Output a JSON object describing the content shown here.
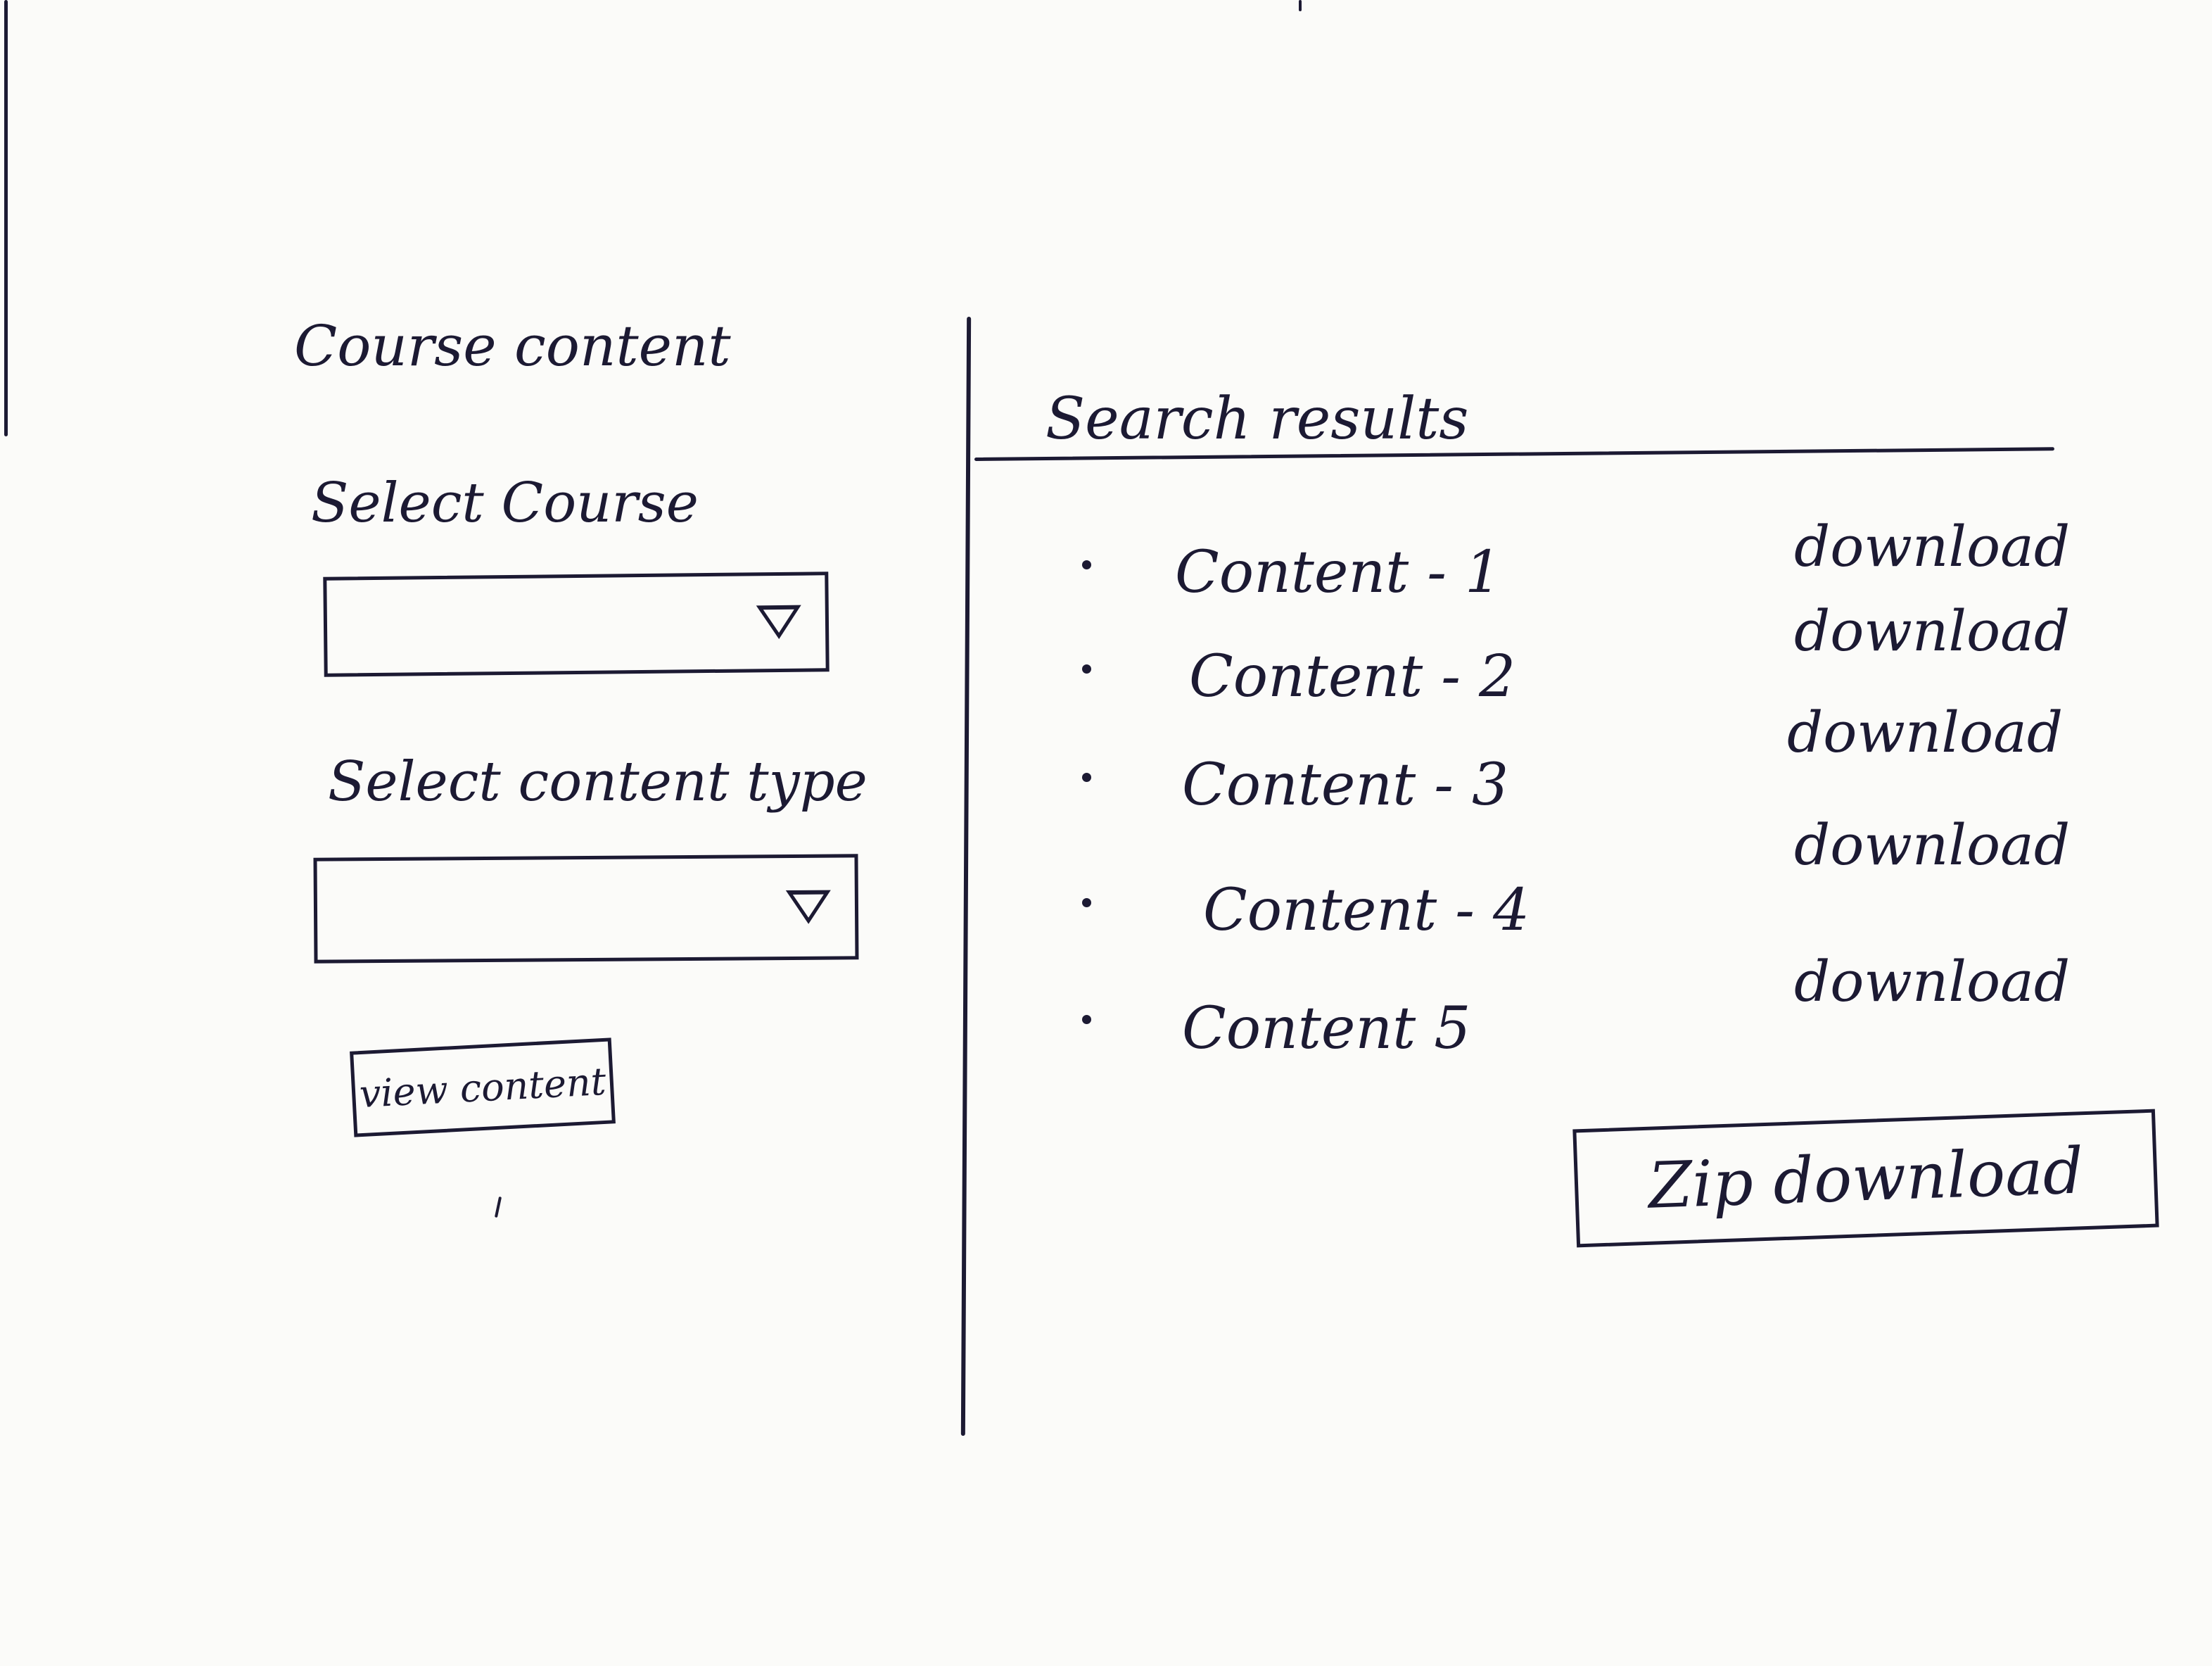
{
  "course_panel": {
    "title": "Course content",
    "course_label": "Select Course",
    "course_value": "",
    "content_type_label": "Select content type",
    "content_type_value": "",
    "view_button": "view content"
  },
  "results_panel": {
    "title": "Search results",
    "items": [
      {
        "name": "Content - 1",
        "action": "download"
      },
      {
        "name": "Content - 2",
        "action": "download"
      },
      {
        "name": "Content - 3",
        "action": "download"
      },
      {
        "name": "Content - 4",
        "action": "download"
      },
      {
        "name": "Content 5",
        "action": "download"
      }
    ],
    "zip_button": "Zip download"
  },
  "colors": {
    "ink": "#1c1a33",
    "paper": "#fbfbf9"
  }
}
